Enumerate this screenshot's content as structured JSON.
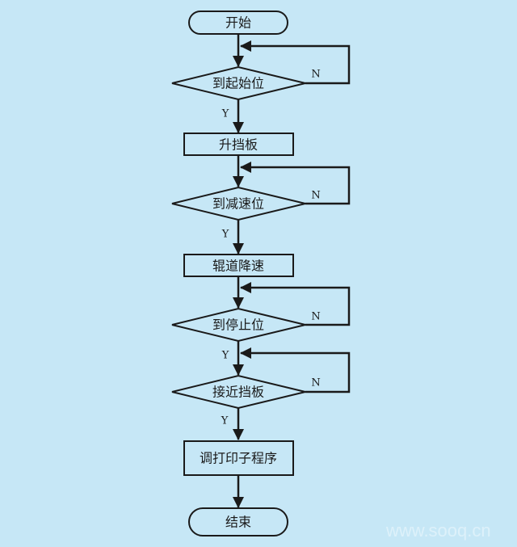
{
  "flowchart": {
    "start": "开始",
    "decision1": "到起始位",
    "process1": "升挡板",
    "decision2": "到减速位",
    "process2": "辊道降速",
    "decision3": "到停止位",
    "decision4": "接近挡板",
    "process3": "调打印子程序",
    "end": "结束",
    "yes_label": "Y",
    "no_label": "N"
  },
  "watermark": "www.sooq.cn"
}
